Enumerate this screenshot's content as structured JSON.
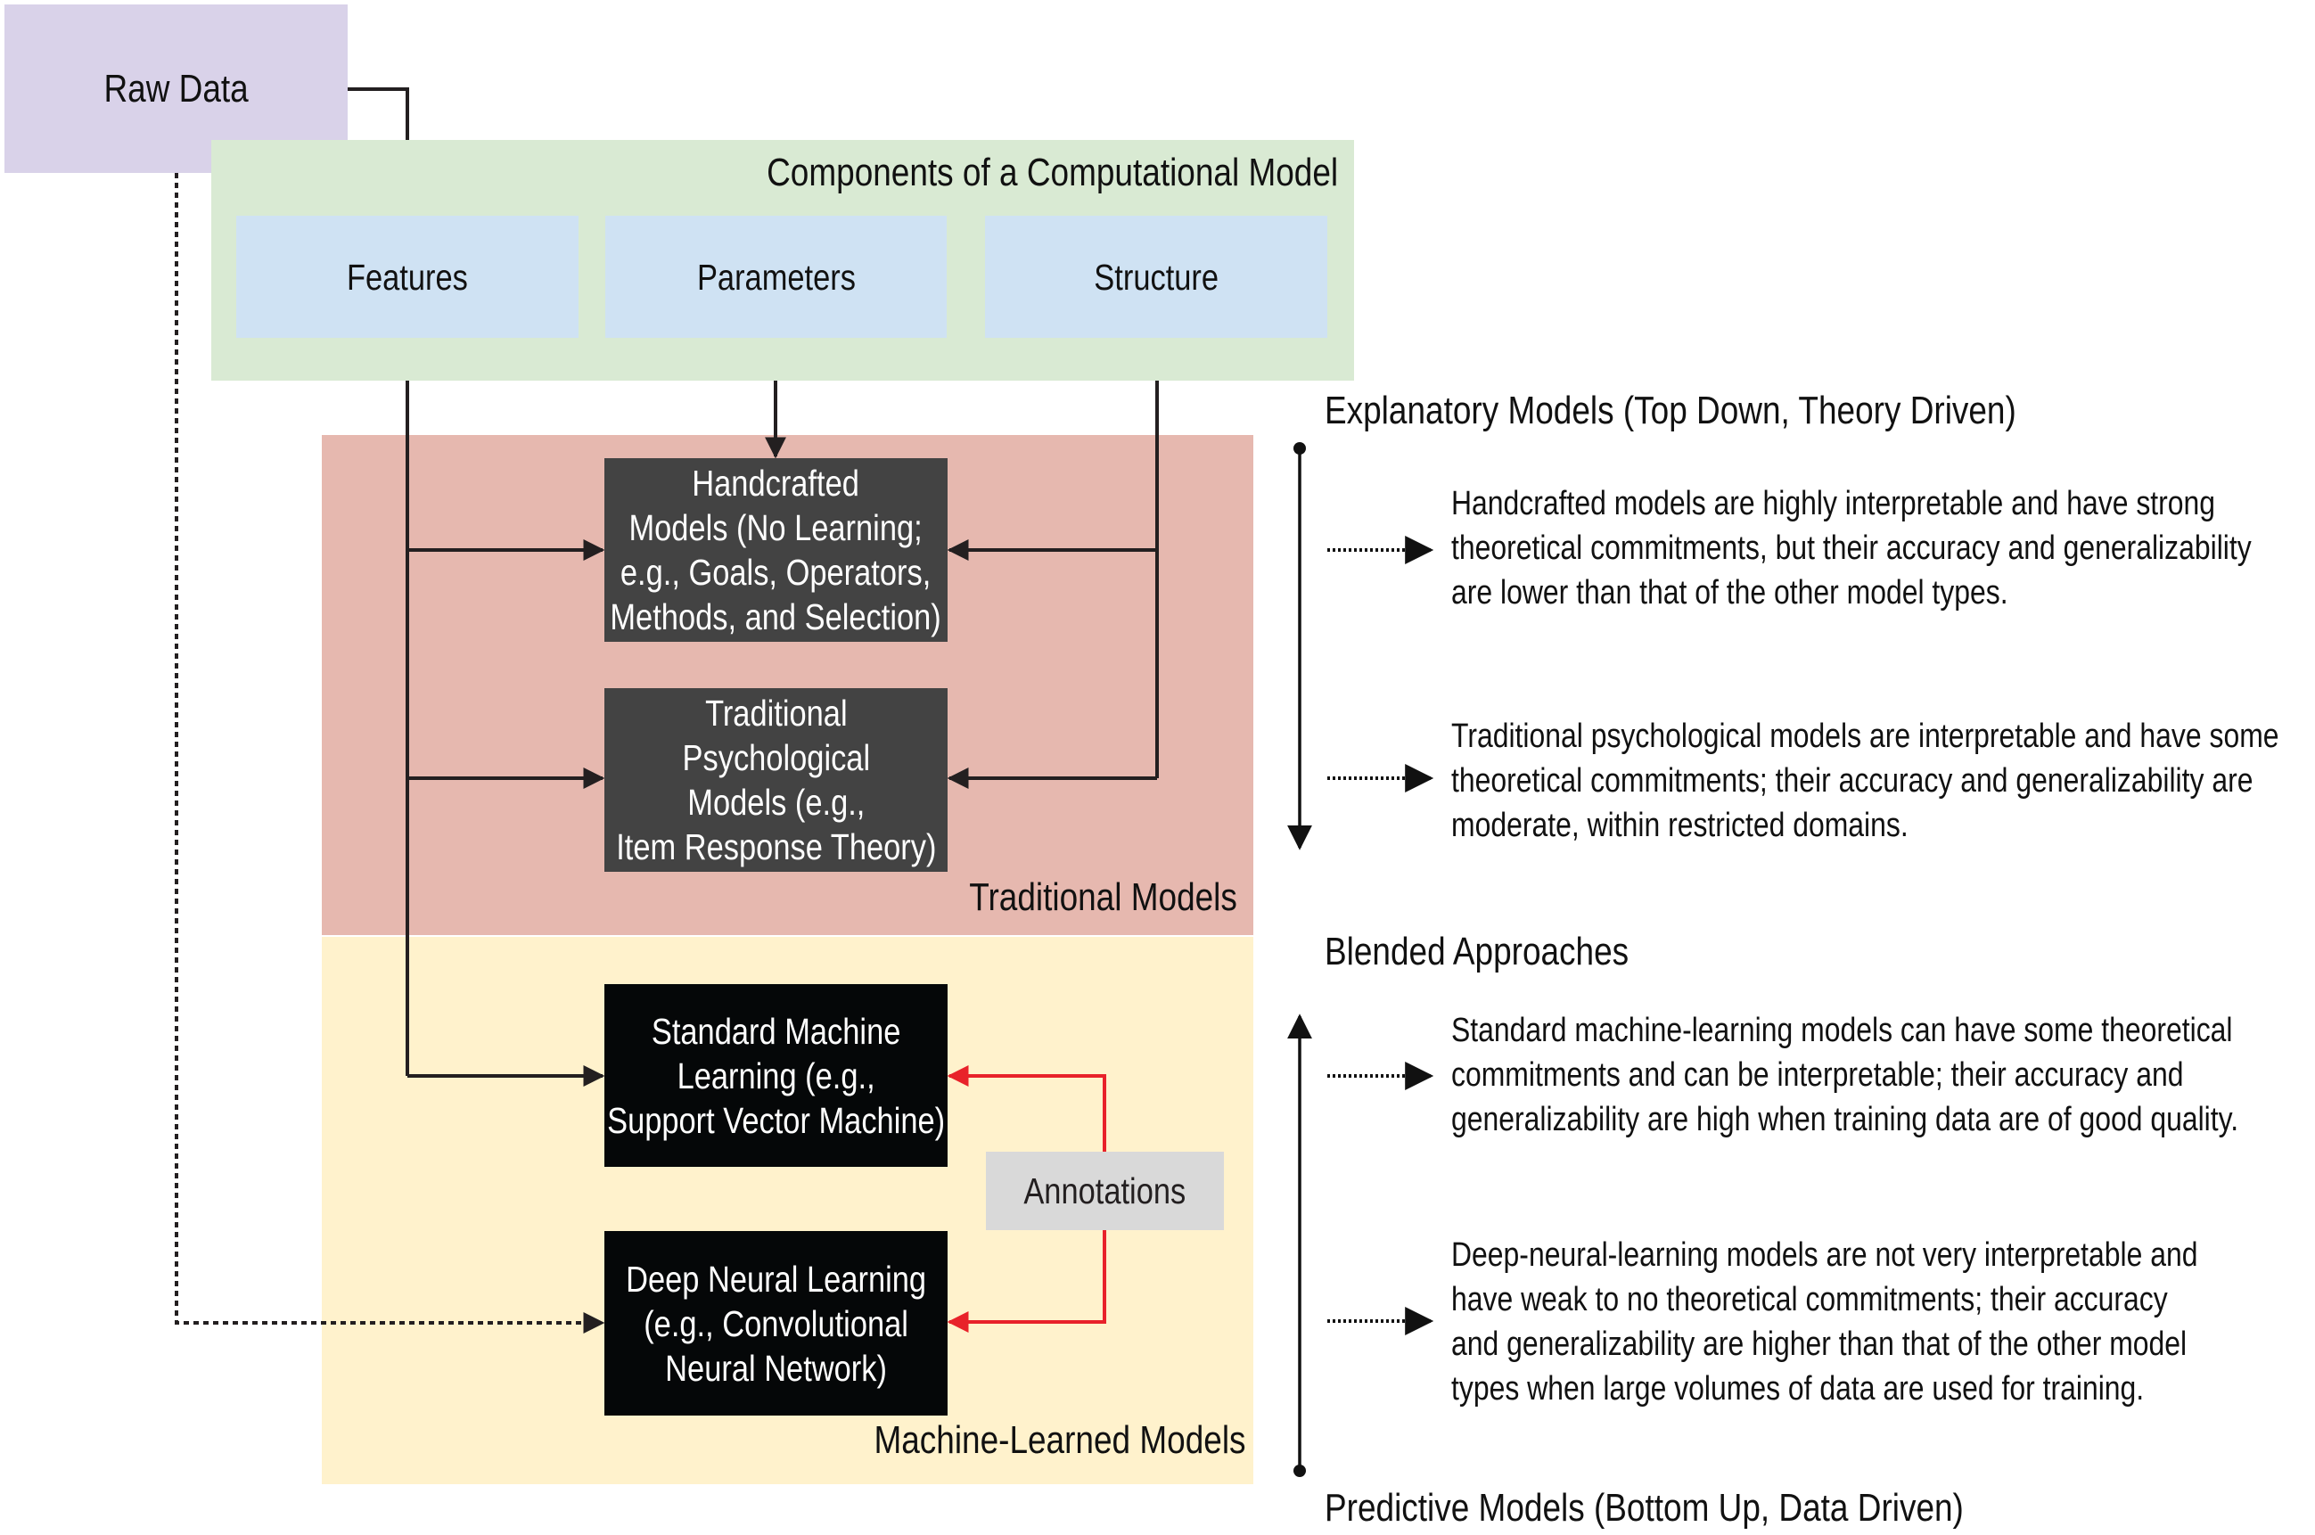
{
  "raw_data": {
    "label": "Raw Data"
  },
  "components": {
    "title": "Components of a Computational Model",
    "items": [
      {
        "label": "Features"
      },
      {
        "label": "Parameters"
      },
      {
        "label": "Structure"
      }
    ]
  },
  "traditional": {
    "region_label": "Traditional Models",
    "models": [
      {
        "lines": [
          "Handcrafted",
          "Models (No Learning;",
          "e.g., Goals, Operators,",
          "Methods, and Selection)"
        ]
      },
      {
        "lines": [
          "Traditional",
          "Psychological",
          "Models (e.g.,",
          "Item Response Theory)"
        ]
      }
    ]
  },
  "machine_learned": {
    "region_label": "Machine-Learned Models",
    "models": [
      {
        "lines": [
          "Standard Machine",
          "Learning (e.g.,",
          "Support Vector Machine)"
        ]
      },
      {
        "lines": [
          "Deep Neural Learning",
          "(e.g., Convolutional",
          "Neural Network)"
        ]
      }
    ],
    "annotations_label": "Annotations"
  },
  "spectrum": {
    "top_heading": "Explanatory Models (Top Down, Theory Driven)",
    "middle_heading": "Blended Approaches",
    "bottom_heading": "Predictive Models (Bottom Up, Data Driven)",
    "descriptions": [
      {
        "lines": [
          "Handcrafted models are highly interpretable and have strong",
          "theoretical commitments, but their accuracy and generalizability",
          "are lower than that of the other model types."
        ]
      },
      {
        "lines": [
          "Traditional psychological models are interpretable and have some",
          "theoretical commitments; their accuracy and generalizability are",
          "moderate, within restricted domains."
        ]
      },
      {
        "lines": [
          "Standard machine-learning models can have some theoretical",
          "commitments and can be interpretable; their accuracy and",
          "generalizability are high when training data are of good quality."
        ]
      },
      {
        "lines": [
          "Deep-neural-learning models are not very interpretable and",
          "have weak to no theoretical commitments; their accuracy",
          "and generalizability are higher than that of the other model",
          "types when large volumes of data are used for training."
        ]
      }
    ]
  },
  "colors": {
    "raw_data": "#d9d2e9",
    "components_bg": "#d9ead3",
    "component_item": "#cfe2f3",
    "traditional_bg": "#e6b8af",
    "machine_learned_bg": "#fff2cc",
    "traditional_box": "#434343",
    "ml_box": "#050708",
    "annotations_box": "#d9d9d9",
    "annotation_arrow": "#e8222a",
    "line": "#231f20"
  }
}
